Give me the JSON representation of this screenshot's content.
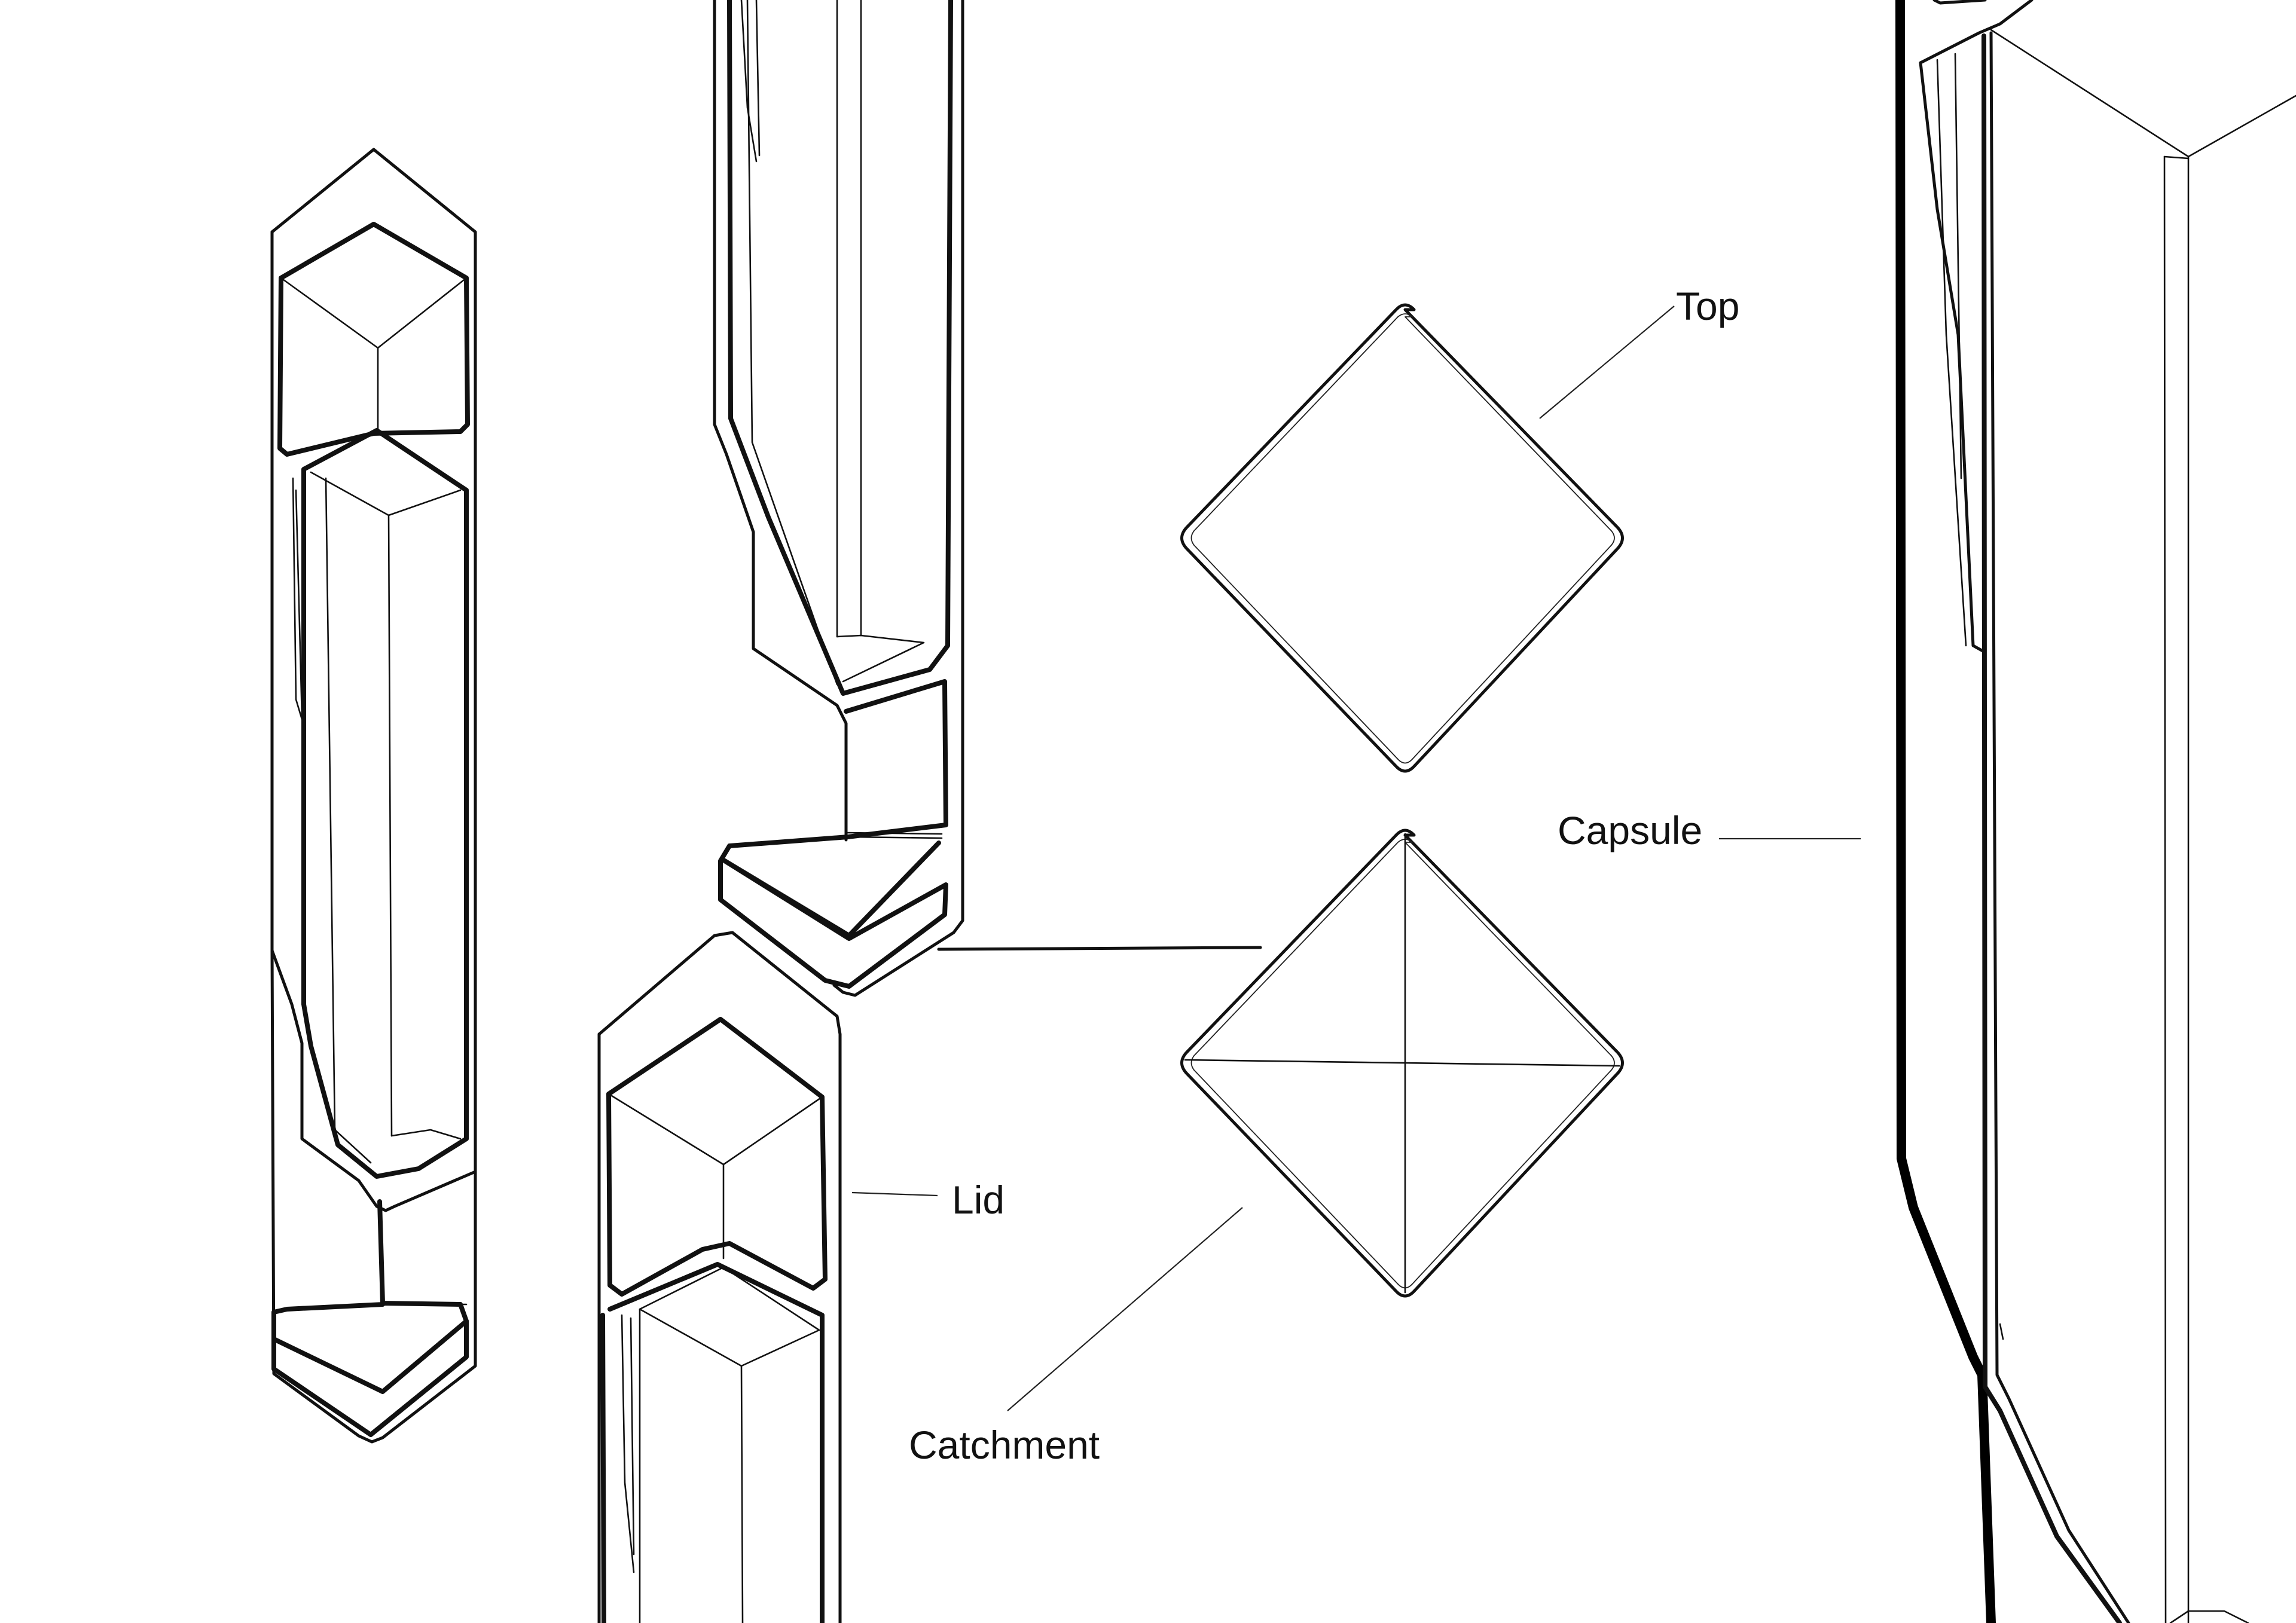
{
  "labels": {
    "top": "Top",
    "capsule": "Capsule",
    "lid": "Lid",
    "catchment": "Catchment"
  },
  "style": {
    "background": "#ffffff",
    "ink": "#111111"
  }
}
